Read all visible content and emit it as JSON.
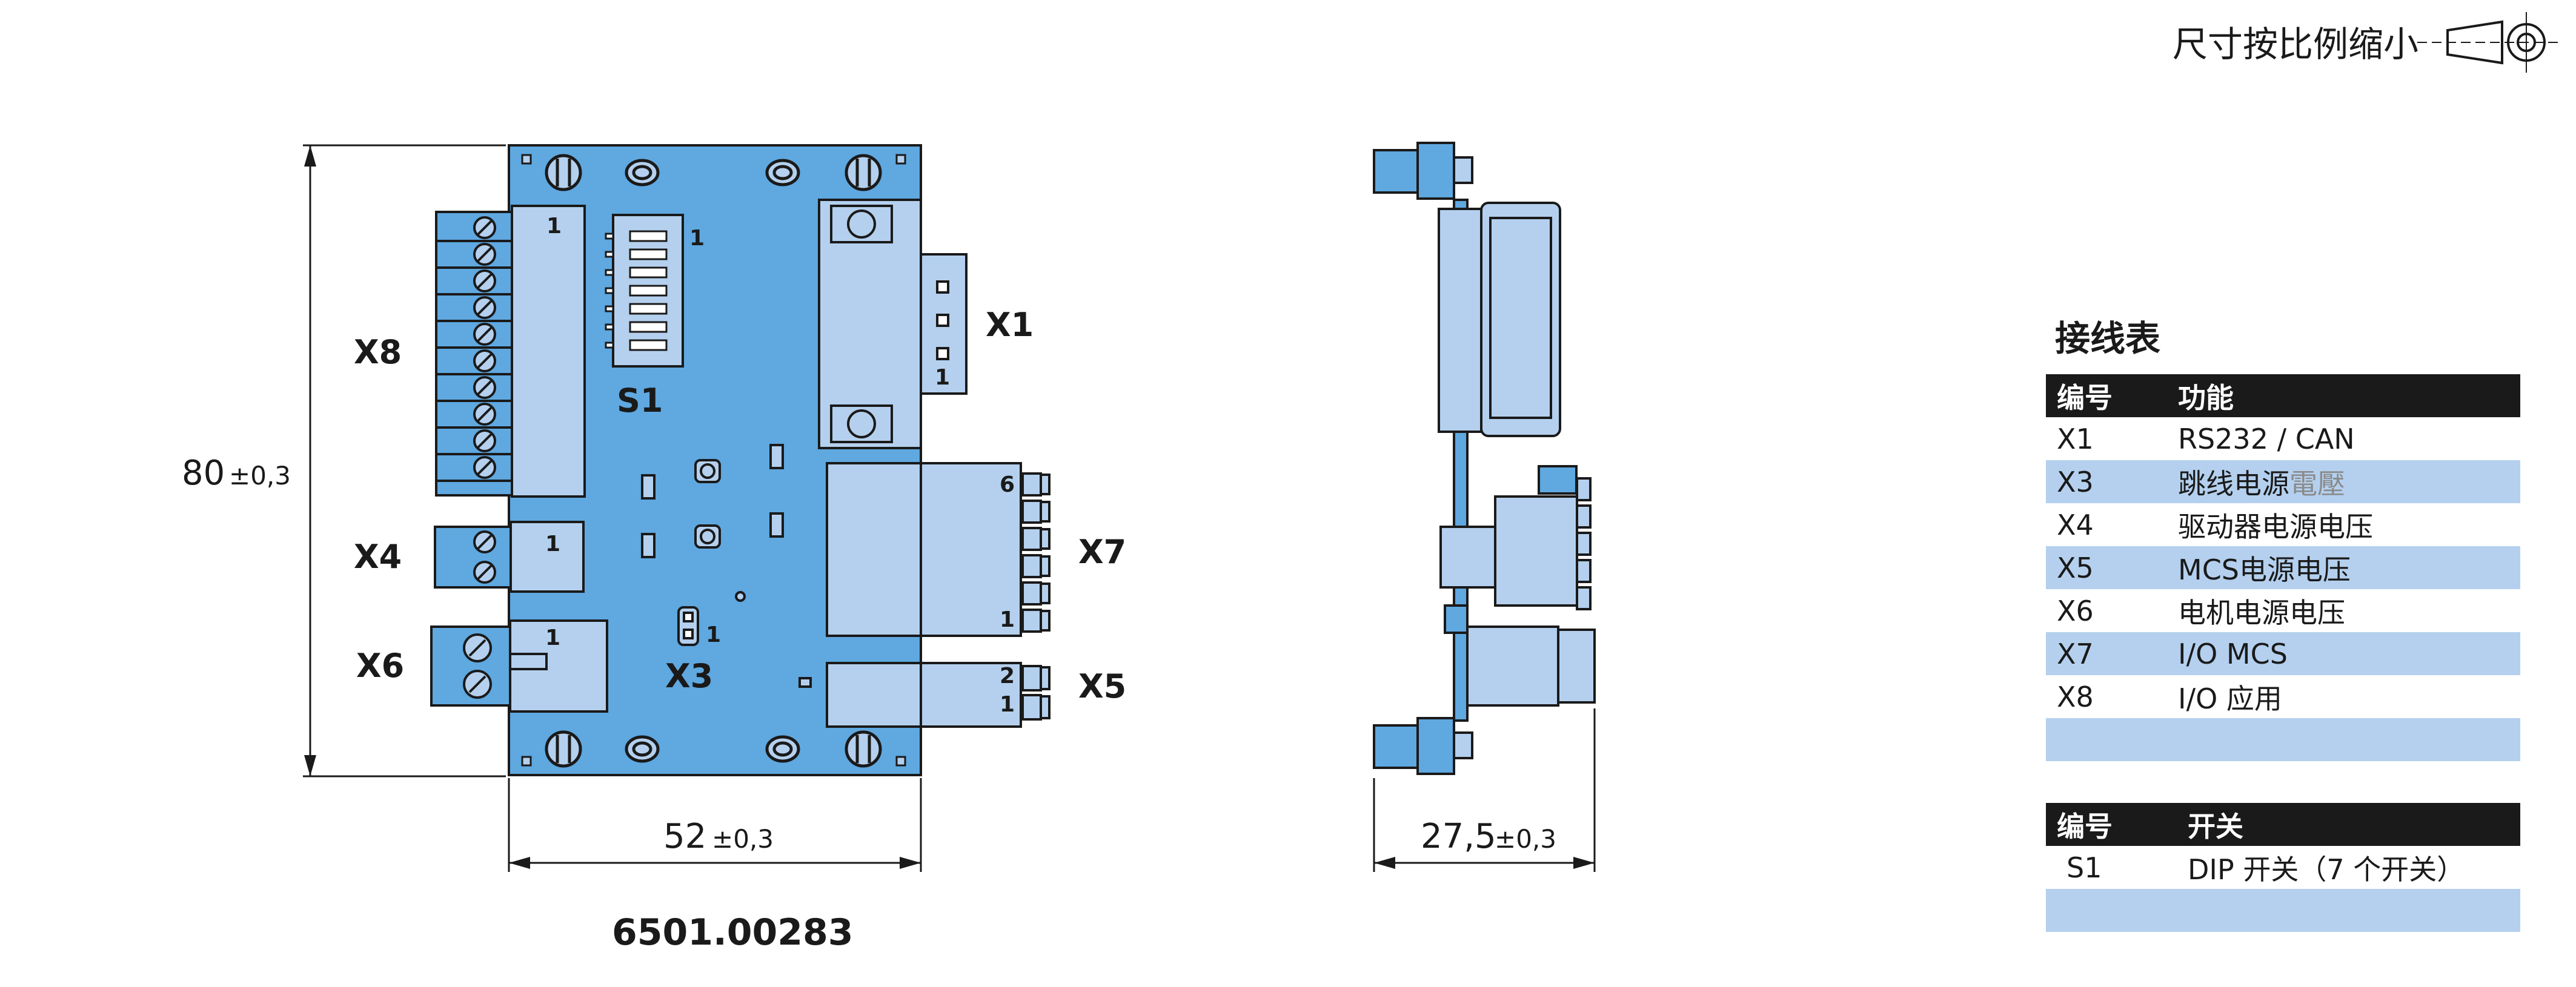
{
  "header": {
    "scale_note": "尺寸按比例缩小"
  },
  "front_view": {
    "part_number": "6501.00283",
    "height_dim": "80",
    "height_tol": "±0,3",
    "width_dim": "52",
    "width_tol": "±0,3",
    "connectors": {
      "x8": "X8",
      "x4": "X4",
      "x6": "X6",
      "x1": "X1",
      "x7": "X7",
      "x5": "X5",
      "x3": "X3",
      "s1": "S1"
    },
    "pin_labels": {
      "x8_pin": "1",
      "s1_pin": "1",
      "x1_pin": "1",
      "x4_pin": "1",
      "x6_pin": "1",
      "x3_pin": "1",
      "x7_top": "6",
      "x7_bottom": "1",
      "x5_top": "2",
      "x5_bottom": "1"
    }
  },
  "side_view": {
    "depth_dim": "27,5",
    "depth_tol": "±0,3"
  },
  "wiring_table": {
    "title": "接线表",
    "headers": [
      "编号",
      "功能"
    ],
    "rows": [
      {
        "id": "X1",
        "func": "RS232 / CAN",
        "extra": ""
      },
      {
        "id": "X3",
        "func": "跳线电源",
        "extra": "電壓"
      },
      {
        "id": "X4",
        "func": "驱动器电源电压",
        "extra": ""
      },
      {
        "id": "X5",
        "func": "MCS电源电压",
        "extra": ""
      },
      {
        "id": "X6",
        "func": "电机电源电压",
        "extra": ""
      },
      {
        "id": "X7",
        "func": "I/O MCS",
        "extra": ""
      },
      {
        "id": "X8",
        "func": "I/O 应用",
        "extra": ""
      },
      {
        "id": "",
        "func": "",
        "extra": ""
      }
    ]
  },
  "switch_table": {
    "headers": [
      "编号",
      "开关"
    ],
    "rows": [
      {
        "id": "S1",
        "func": "DIP 开关（7 个开关）"
      },
      {
        "id": "",
        "func": ""
      }
    ]
  },
  "colors": {
    "board": "#5fa8e0",
    "light_part": "#b4d0ee",
    "table_header": "#1a1a1a",
    "line": "#1a1a1a"
  }
}
